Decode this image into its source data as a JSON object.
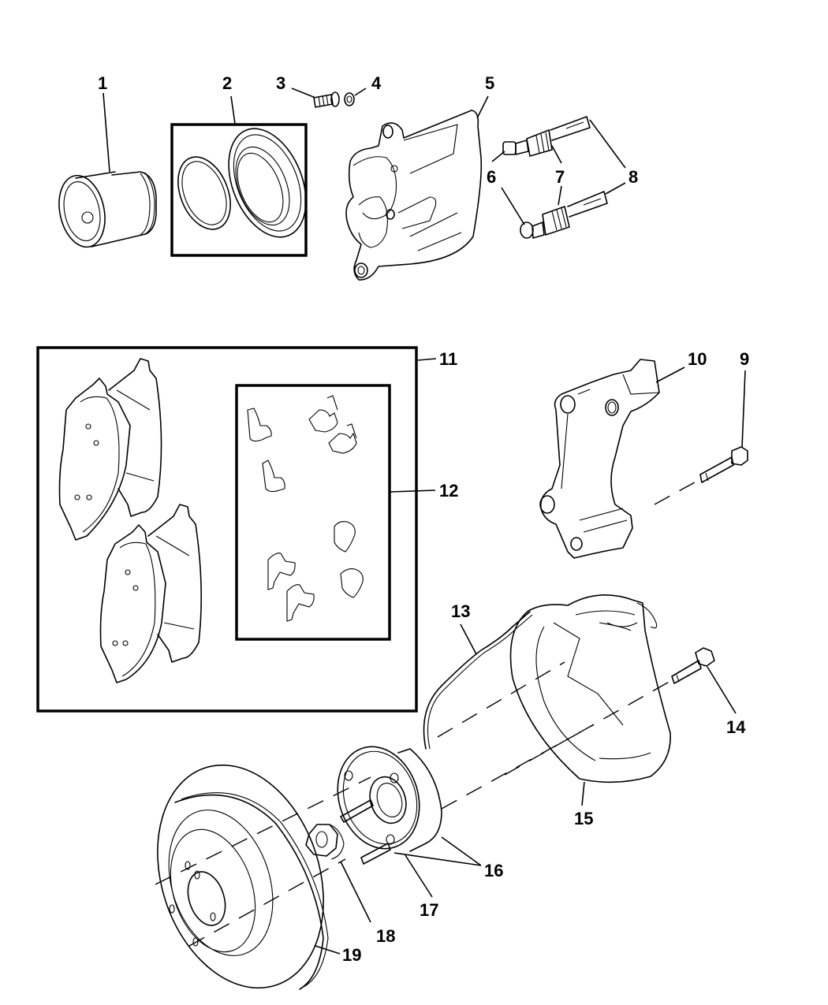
{
  "diagram": {
    "title": "Front Brake Components Exploded View",
    "callouts": [
      {
        "id": "1",
        "label": "1",
        "part": "caliper-piston"
      },
      {
        "id": "2",
        "label": "2",
        "part": "piston-seal-kit"
      },
      {
        "id": "3",
        "label": "3",
        "part": "bleeder-screw"
      },
      {
        "id": "4",
        "label": "4",
        "part": "bleeder-cap"
      },
      {
        "id": "5",
        "label": "5",
        "part": "caliper"
      },
      {
        "id": "6",
        "label": "6",
        "part": "guide-pin-bolt"
      },
      {
        "id": "7",
        "label": "7",
        "part": "guide-pin-boot"
      },
      {
        "id": "8",
        "label": "8",
        "part": "guide-pin"
      },
      {
        "id": "9",
        "label": "9",
        "part": "adapter-bolt"
      },
      {
        "id": "10",
        "label": "10",
        "part": "caliper-adapter"
      },
      {
        "id": "11",
        "label": "11",
        "part": "brake-pad-kit"
      },
      {
        "id": "12",
        "label": "12",
        "part": "pad-clip-kit"
      },
      {
        "id": "13",
        "label": "13",
        "part": "wheel-speed-sensor"
      },
      {
        "id": "14",
        "label": "14",
        "part": "hub-bolt"
      },
      {
        "id": "15",
        "label": "15",
        "part": "splash-shield"
      },
      {
        "id": "16",
        "label": "16",
        "part": "hub-bearing"
      },
      {
        "id": "17",
        "label": "17",
        "part": "wheel-stud"
      },
      {
        "id": "18",
        "label": "18",
        "part": "hub-nut"
      },
      {
        "id": "19",
        "label": "19",
        "part": "brake-rotor"
      }
    ]
  }
}
